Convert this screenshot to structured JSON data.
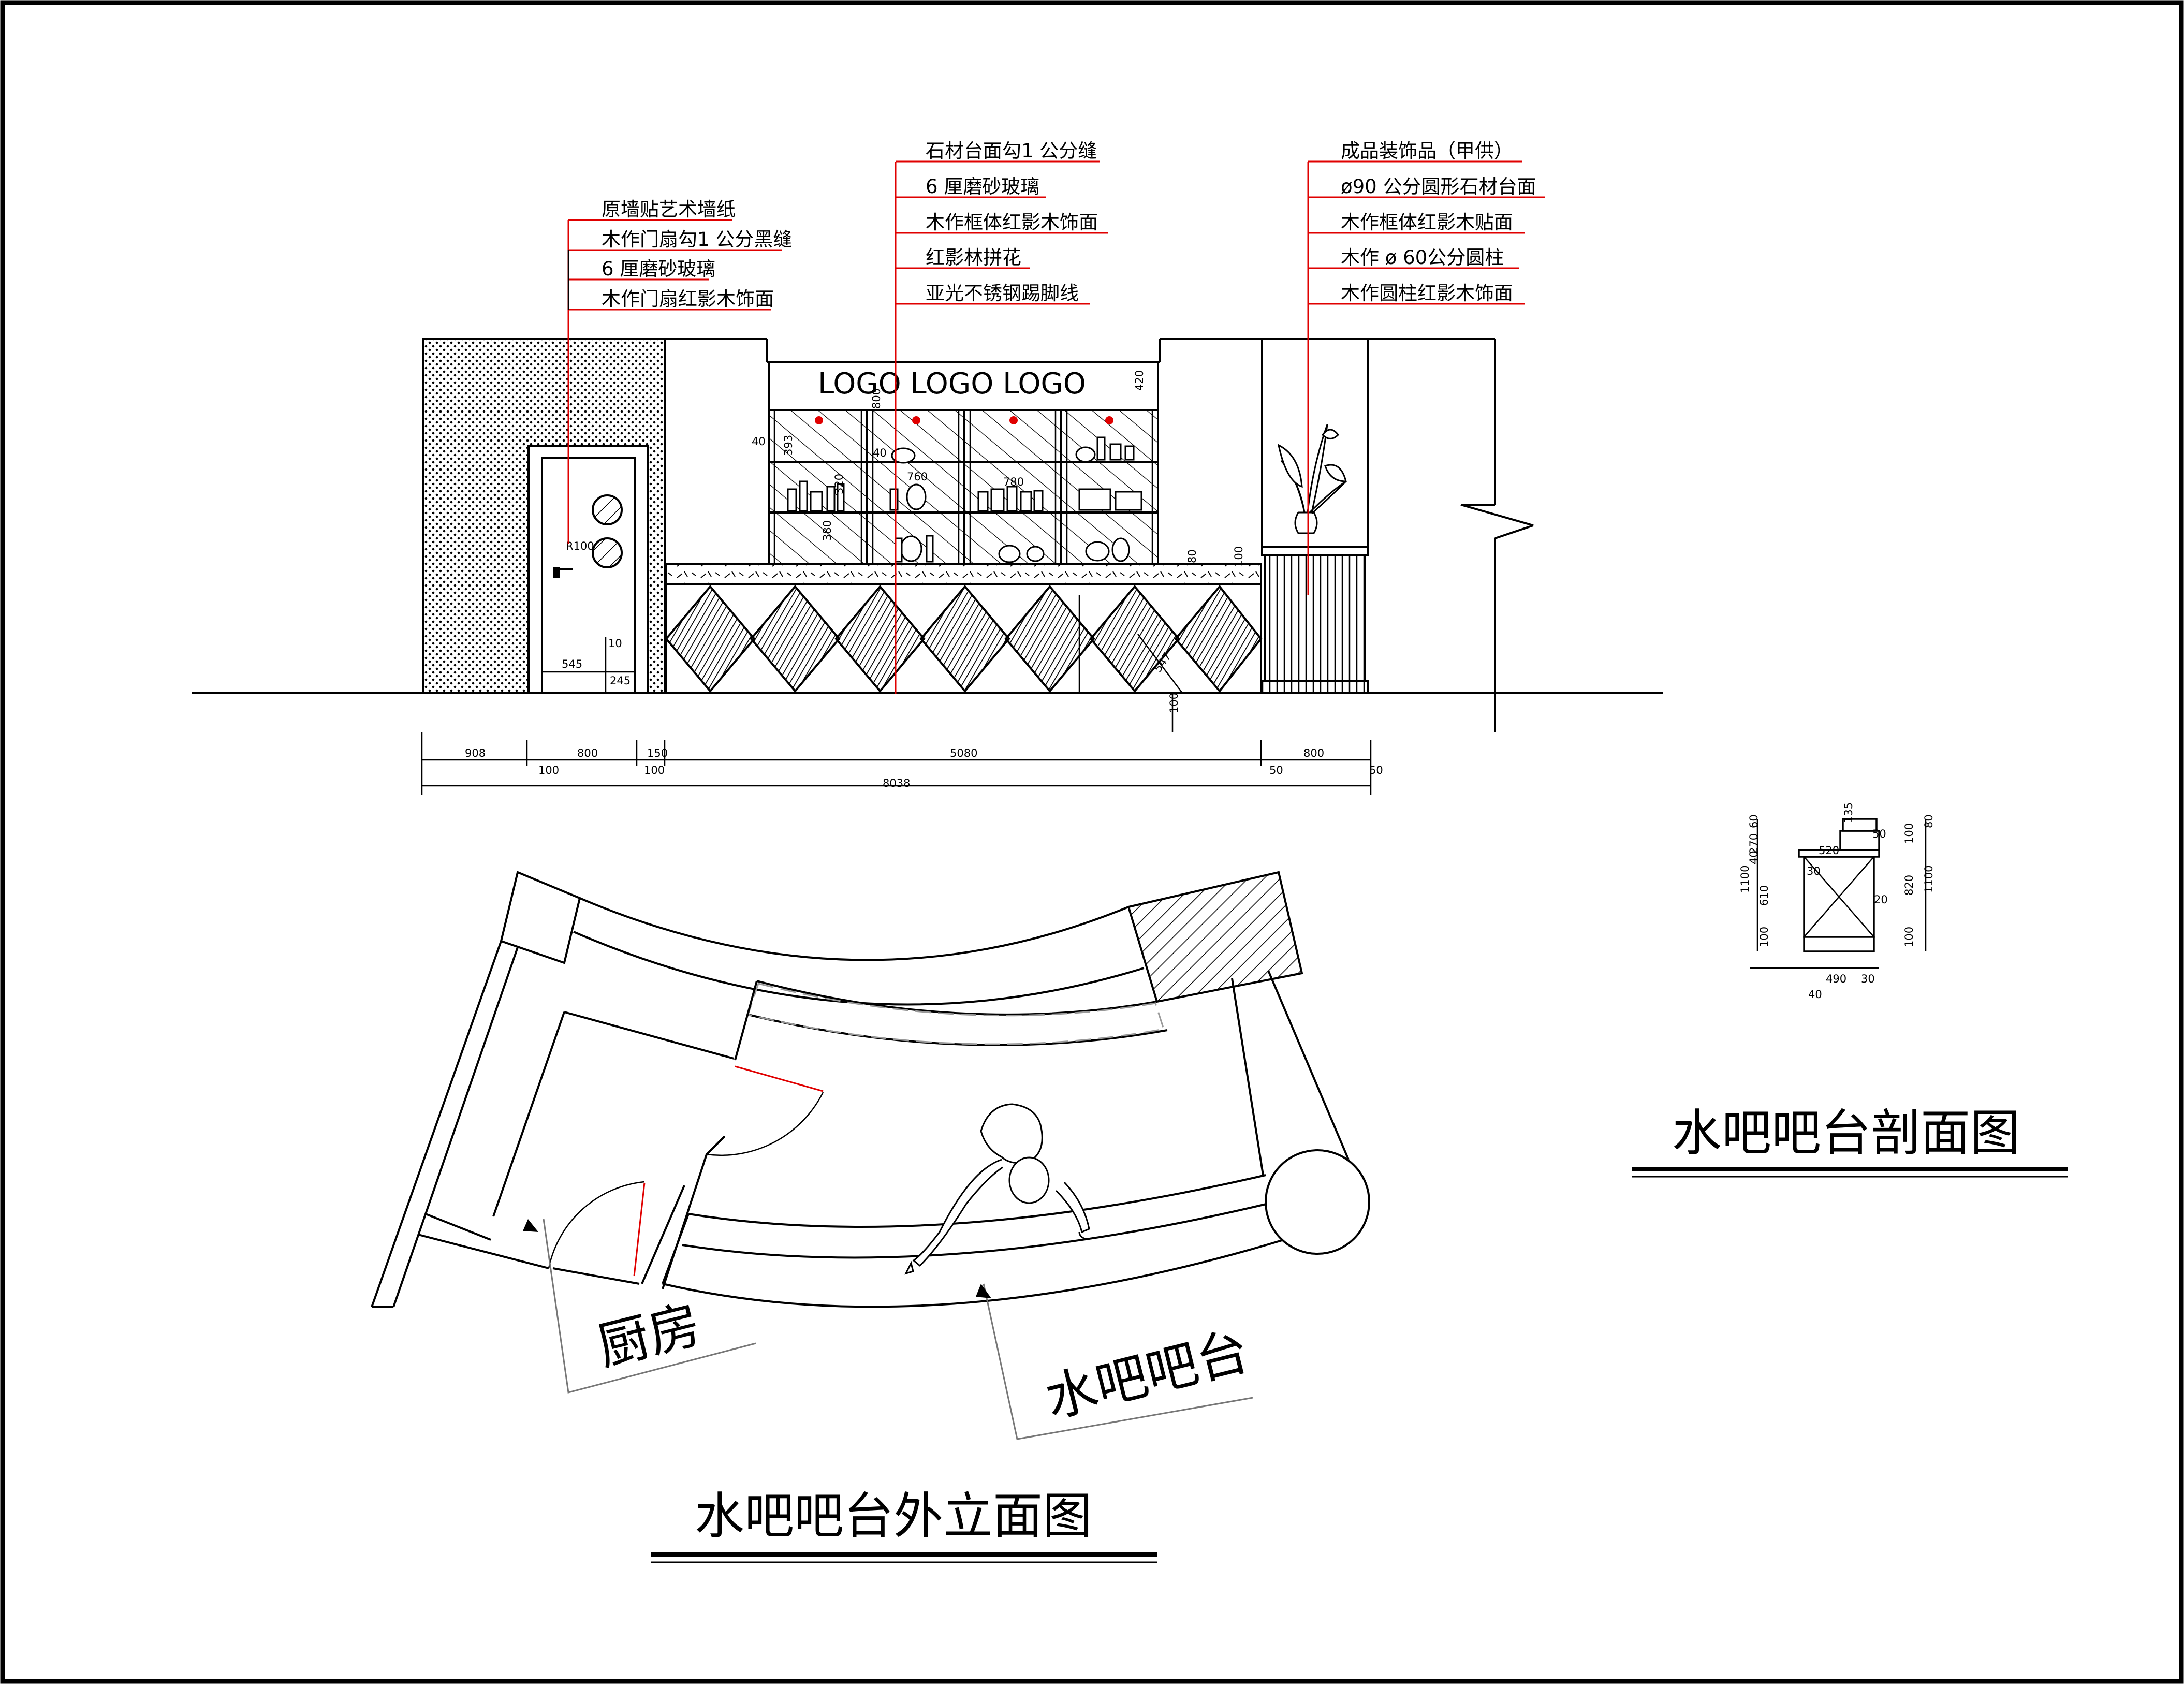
{
  "annotations": {
    "door_group": [
      "原墙贴艺术墙纸",
      "木作门扇勾1 公分黑缝",
      "6 厘磨砂玻璃",
      "木作门扇红影木饰面"
    ],
    "counter_group": [
      "石材台面勾1 公分缝",
      "6 厘磨砂玻璃",
      "木作框体红影木饰面",
      "红影林拼花",
      "亚光不锈钢踢脚线"
    ],
    "column_group": [
      "成品装饰品（甲供）",
      "ø90 公分圆形石材台面",
      "木作框体红影木贴面",
      "木作 ø 60公分圆柱",
      "木作圆柱红影木饰面"
    ]
  },
  "logo_sign": "LOGO   LOGO  LOGO",
  "elevation_dims": {
    "door": [
      "R100",
      "545",
      "10",
      "245"
    ],
    "cabinet": [
      "420",
      "40",
      "393",
      "800",
      "40",
      "760",
      "780",
      "320",
      "380"
    ],
    "counter": [
      "80",
      "100",
      "547",
      "100"
    ]
  },
  "bottom_dims": {
    "row1": [
      "908",
      "800",
      "150",
      "5080",
      "800"
    ],
    "row2": [
      "100",
      "100",
      "50",
      "50"
    ],
    "total": "8038"
  },
  "section_dims": {
    "left": [
      "60",
      "270",
      "40",
      "610",
      "100",
      "1100"
    ],
    "top": [
      "135",
      "50",
      "520",
      "30",
      "20"
    ],
    "right": [
      "80",
      "100",
      "820",
      "100",
      "1100"
    ],
    "bottom": [
      "490",
      "30",
      "40"
    ]
  },
  "plan_labels": {
    "kitchen": "厨房",
    "bar": "水吧吧台"
  },
  "titles": {
    "elevation": "水吧吧台外立面图",
    "section": "水吧吧台剖面图"
  }
}
